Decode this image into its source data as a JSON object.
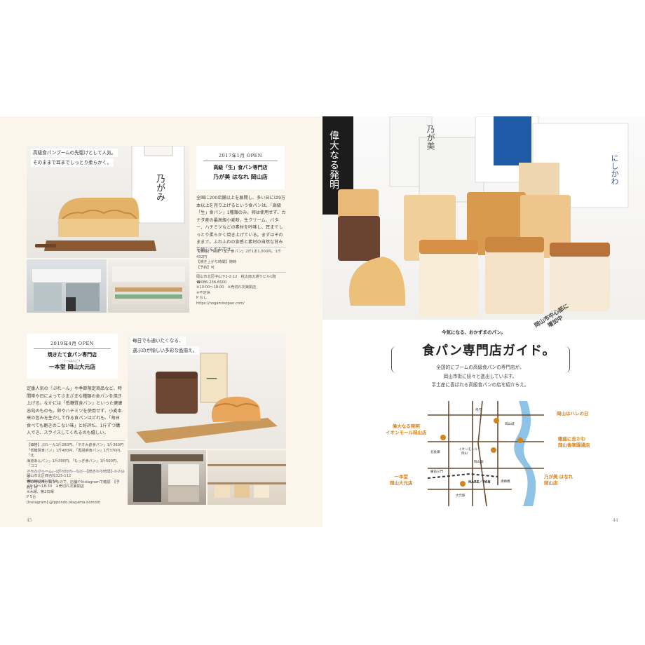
{
  "left_page": {
    "photo1_caption": [
      "高級食パンブームの先駆けとして人気。",
      "そのままで耳までしっとり柔らかく。"
    ],
    "bag_text": "乃がみ",
    "card1": {
      "date": "2017年1月 OPEN",
      "category": "高級「生」食パン専門店",
      "name": "乃が美 はなれ 岡山店"
    },
    "body1": "全国に200店舗以上を展開し、多い日には9万本以上を売り上げるという食パンは、「高級「生」食パン」1種類のみ。卵は使用せず、カナダ産の最高級小麦粉、生クリーム、バター、ハチミツなどの素材を吟味し、耳までしっとり柔らかく焼き上げている。まずはそのままで。ふわふわの食感と素材の自然な甘みを愉しんでみては。",
    "info1": [
      "【価格】「高級「生」食パン」2斤1本1,000円、1斤432円",
      "【焼き上がり時間】随時",
      "【予約】可"
    ],
    "addr1": [
      "岡山市北区中山下1-2-12　桃太郎大通りビル1階",
      "☎086-236-6500",
      "※10:00〜18:00　※売切れ次第閉店",
      "※不定休",
      "P なし",
      "https://nogaminopan.com/"
    ],
    "card2": {
      "date": "2019年4月 OPEN",
      "category": "焼きたて食パン専門店",
      "ruby": "いっぽんどう",
      "name": "一本堂 岡山大元店"
    },
    "photo2_caption": [
      "毎日でも通いたくなる、",
      "選ぶのが愉しい多彩な品揃え。"
    ],
    "body2": "定番人気の「ぷれーん」や季節限定商品など、時間帯や日によってさまざまな種類の食パンを焼き上げる。なかには「低糖質食パン」といった健康志向のものも。卵やハチミツを使用せず、小麦本来の旨みを生かして作る食パンはどれも、「毎日食べても飽きのこない味」と好評だ。1斤ずつ購入でき、スライスしてくれるのも嬉しい。",
    "info2": [
      "【価格】ぷれーん1斤280円、「ネオ大倉食パン」1斤360円",
      "「低糖質食パン」1斤480円、「黒胡麻食パン」1斤370円、「北",
      "海道あんパン」1斤390円、「もっぎ食パン」1斤500円、「ココ",
      "アモカクリーム」1斤400円　など　【焼きたて時間】※ブログ",
      "等の時間帯が異なるので、店舗やInstagramで確認　【予約】可"
    ],
    "addr2": [
      "岡山市北区西古松325-112",
      "☎086-242-3154",
      "※9:30〜18:30　※売切れ次第閉店",
      "※木曜、第2日曜",
      "P 5台",
      "[Instagram] @ippondo.okayama.oomoto"
    ],
    "page_number": "45"
  },
  "right_page": {
    "bag_texts": [
      "偉大なる発明",
      "乃が美",
      "にしかわ"
    ],
    "tagline": "今気になる、おかずまのパン。",
    "stamp": [
      "岡山市中心部に",
      "増加中"
    ],
    "headline": "食パン専門店ガイド。",
    "lede": [
      "全国的にブームの高級食パンの専門店が、",
      "岡山市街に続々と進出しています。",
      "手土産に喜ばれる高級食パンの店を紹介らえ。"
    ],
    "map_labels": {
      "left_top": [
        "偉大なる発明",
        "イオンモール岡山店"
      ],
      "left_bottom": [
        "一本堂",
        "岡山大元店"
      ],
      "right_1": [
        "岡山はハレの日"
      ],
      "right_2": [
        "銀座に志かわ",
        "岡山後楽園通店"
      ],
      "right_3": [
        "乃が美 はなれ",
        "岡山店"
      ]
    },
    "map_small": [
      "県庁",
      "岡山城",
      "イオンモール",
      "岡山",
      "岡山駅",
      "大元駅",
      "HARE／PAN",
      "北長瀬",
      "清輝橋",
      "備前三門"
    ],
    "page_number": "44"
  },
  "colors": {
    "accent_orange": "#d4821c",
    "left_bg": "#fbf5ec",
    "map_road": "#6b4a2e",
    "river": "#8fc3e6"
  }
}
